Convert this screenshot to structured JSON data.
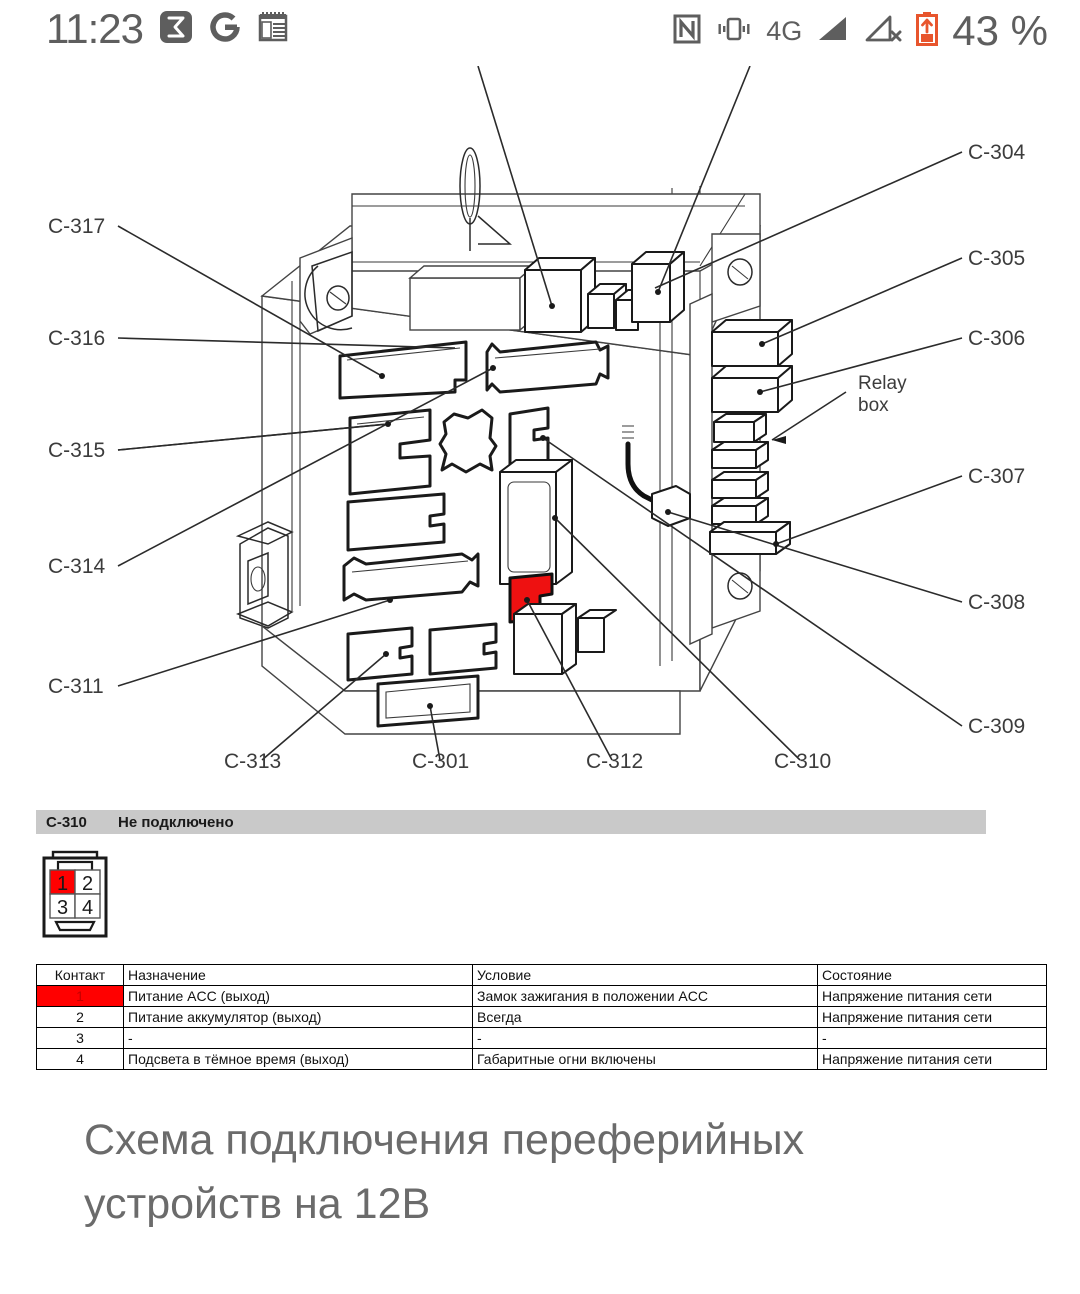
{
  "statusbar": {
    "time": "11:23",
    "battery_percent": "43 %",
    "network_type": "4G",
    "left_icons": [
      "sigma-app-icon",
      "google-icon",
      "notes-icon"
    ],
    "right_icons": [
      "nfc-icon",
      "vibrate-icon",
      "signal-bar-icon",
      "signal-off-icon",
      "battery-icon"
    ]
  },
  "diagram": {
    "title_note": "Relay box",
    "labels_left": [
      "C-317",
      "C-316",
      "C-315",
      "C-314",
      "C-311"
    ],
    "labels_right": [
      "C-304",
      "C-305",
      "C-306",
      "C-307",
      "C-308",
      "C-309"
    ],
    "labels_bottom": [
      "C-313",
      "C-301",
      "C-312",
      "C-310"
    ],
    "relay_box_label": "Relay\nbox",
    "relay_box_label_line1": "Relay",
    "relay_box_label_line2": "box",
    "highlight_color": "#ee1111"
  },
  "connector": {
    "id": "C-310",
    "status": "Не подключено",
    "pins": [
      "1",
      "2",
      "3",
      "4"
    ],
    "highlighted_pin": "1",
    "highlight_color": "#ff0000"
  },
  "table": {
    "headers": [
      "Контакт",
      "Назначение",
      "Условие",
      "Состояние"
    ],
    "rows": [
      {
        "pin": "1",
        "name": "Питание ACC (выход)",
        "condition": "Замок зажигания в положении ACC",
        "state": "Напряжение питания сети",
        "highlight": true
      },
      {
        "pin": "2",
        "name": "Питание аккумулятор (выход)",
        "condition": "Всегда",
        "state": "Напряжение питания сети",
        "highlight": false
      },
      {
        "pin": "3",
        "name": "-",
        "condition": "-",
        "state": "-",
        "highlight": false
      },
      {
        "pin": "4",
        "name": "Подсвета в тёмное время (выход)",
        "condition": "Габаритные огни включены",
        "state": "Напряжение питания сети",
        "highlight": false
      }
    ]
  },
  "caption": {
    "line1": "Схема подключения переферийных",
    "line2": "устройств на 12В"
  }
}
